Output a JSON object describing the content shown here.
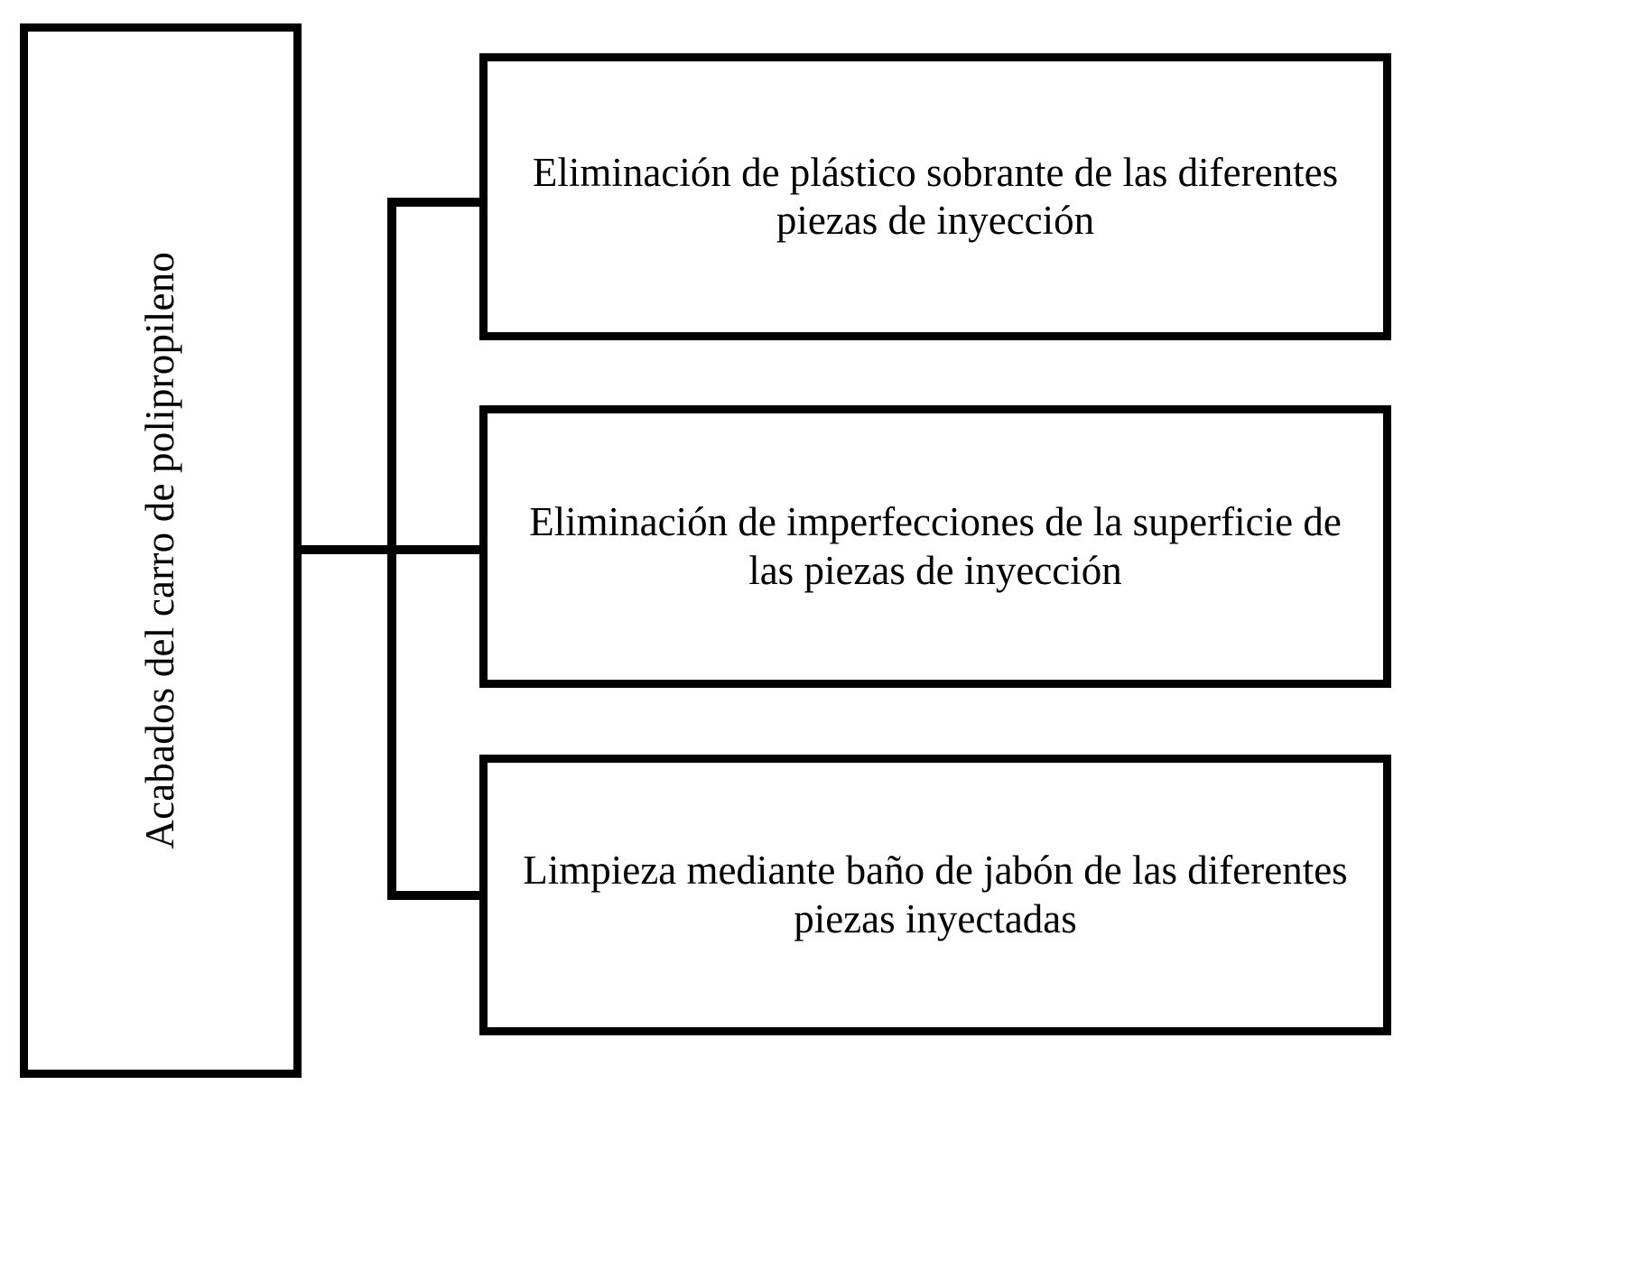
{
  "diagram": {
    "type": "tree-diagram",
    "orientation": "left-to-right",
    "colors": {
      "stroke": "#000000",
      "fill": "#FFFFFF",
      "text": "#000000"
    },
    "root": {
      "label": "Acabados del carro de polipropileno",
      "text_orientation": "vertical-rotated-90-ccw"
    },
    "branches": [
      {
        "id": "branch-1",
        "label": "Eliminación de plástico sobrante de las diferentes piezas de inyección"
      },
      {
        "id": "branch-2",
        "label": "Eliminación de imperfecciones de la superficie de las piezas de inyección"
      },
      {
        "id": "branch-3",
        "label": "Limpieza mediante baño de jabón de las diferentes piezas inyectadas"
      }
    ],
    "connectors": {
      "stub": "root-to-trunk",
      "trunk": "vertical-spine",
      "branch_count": 3
    }
  }
}
